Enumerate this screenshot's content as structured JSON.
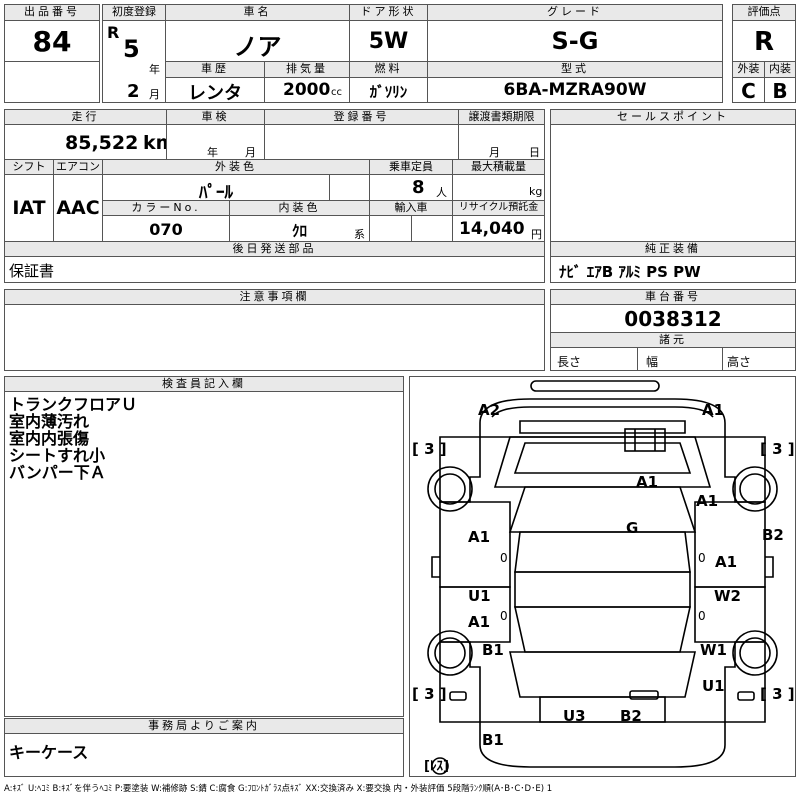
{
  "header": {
    "lot_no_label": "出品番号",
    "lot_no": "84",
    "first_reg_label": "初度登録",
    "era": "R",
    "reg_year": "5",
    "year_unit": "年",
    "reg_month": "2",
    "month_unit": "月",
    "car_name_label": "車名",
    "car_name": "ノア",
    "door_label": "ドア形状",
    "door": "5W",
    "grade_label": "グレード",
    "grade": "S-G",
    "score_label": "評価点",
    "score": "R",
    "history_label": "車歴",
    "history": "レンタ",
    "displacement_label": "排気量",
    "displacement": "2000",
    "displacement_unit": "cc",
    "fuel_label": "燃料",
    "fuel": "ｶﾞｿﾘﾝ",
    "model_label": "型式",
    "model": "6BA-MZRA90W",
    "exterior_label": "外装",
    "exterior_grade": "C",
    "interior_label": "内装",
    "interior_grade": "B"
  },
  "details": {
    "mileage_label": "走行",
    "mileage": "85,522",
    "mileage_unit": "km",
    "inspection_label": "車検",
    "inspection_year_unit": "年",
    "inspection_month_unit": "月",
    "regno_label": "登録番号",
    "transfer_label": "譲渡書類期限",
    "transfer_month_unit": "月",
    "transfer_day_unit": "日",
    "shift_label": "シフト",
    "shift": "IAT",
    "ac_label": "エアコン",
    "ac": "AAC",
    "color_label": "外装色",
    "color": "ﾊﾟｰﾙ",
    "capacity_label": "乗車定員",
    "capacity": "8",
    "capacity_unit": "人",
    "load_label": "最大積載量",
    "load_unit": "kg",
    "color_no_label": "カラーNo.",
    "color_no": "070",
    "interior_color_label": "内装色",
    "interior_color": "ｸﾛ",
    "interior_color_unit": "系",
    "import_label": "輸入車",
    "recycle_label": "リサイクル預託金",
    "recycle": "14,040",
    "recycle_unit": "円",
    "later_parts_label": "後日発送部品",
    "later_parts": "保証書",
    "sales_label": "セールスポイント",
    "equipment_label": "純正装備",
    "equipment": "ﾅﾋﾞ ｴｱB ｱﾙﾐ PS PW",
    "notes_label": "注意事項欄",
    "chassis_label": "車台番号",
    "chassis": "0038312",
    "spec_label": "諸元",
    "length_label": "長さ",
    "width_label": "幅",
    "height_label": "高さ"
  },
  "inspector": {
    "label": "検査員記入欄",
    "lines": [
      "トランクフロアＵ",
      "室内薄汚れ",
      "室内内張傷",
      "シートすれ小",
      "バンパー下Ａ"
    ]
  },
  "office": {
    "label": "事務局よりご案内",
    "text": "キーケース"
  },
  "diagram": {
    "marks": [
      {
        "id": "a2-front-left",
        "text": "A2"
      },
      {
        "id": "a1-front-right",
        "text": "A1"
      },
      {
        "id": "tire-fl",
        "text": "[ 3 ]"
      },
      {
        "id": "tire-fr",
        "text": "[ 3 ]"
      },
      {
        "id": "a1-hood",
        "text": "A1"
      },
      {
        "id": "a1-fender-right",
        "text": "A1"
      },
      {
        "id": "g-windshield",
        "text": "G"
      },
      {
        "id": "a1-door-fl",
        "text": "A1"
      },
      {
        "id": "zero-fl",
        "text": "0"
      },
      {
        "id": "b2-right",
        "text": "B2"
      },
      {
        "id": "zero-fr",
        "text": "0"
      },
      {
        "id": "a1-door-fr",
        "text": "A1"
      },
      {
        "id": "u1-door-rl",
        "text": "U1"
      },
      {
        "id": "w2-door-rr",
        "text": "W2"
      },
      {
        "id": "a1-sill-left",
        "text": "A1"
      },
      {
        "id": "zero-rl",
        "text": "0"
      },
      {
        "id": "zero-rr",
        "text": "0"
      },
      {
        "id": "b1-quarter-left",
        "text": "B1"
      },
      {
        "id": "w1-quarter-right",
        "text": "W1"
      },
      {
        "id": "u1-rear-right",
        "text": "U1"
      },
      {
        "id": "tire-rl",
        "text": "[ 3 ]"
      },
      {
        "id": "tire-rr",
        "text": "[ 3 ]"
      },
      {
        "id": "u3-rear",
        "text": "U3"
      },
      {
        "id": "b2-rear",
        "text": "B2"
      },
      {
        "id": "b1-bumper",
        "text": "B1"
      },
      {
        "id": "spare-less",
        "text": "[ﾚｽ]"
      }
    ]
  },
  "legend": "A:ｷｽﾞ U:ﾍｺﾐ B:ｷｽﾞを伴うﾍｺﾐ P:要塗装 W:補修跡 S:錆 C:腐食 G:ﾌﾛﾝﾄｶﾞﾗｽ点ｷｽﾞ XX:交換済み X:要交換 内・外装評価 5段階ﾗﾝｸ順(A･B･C･D･E) 1"
}
